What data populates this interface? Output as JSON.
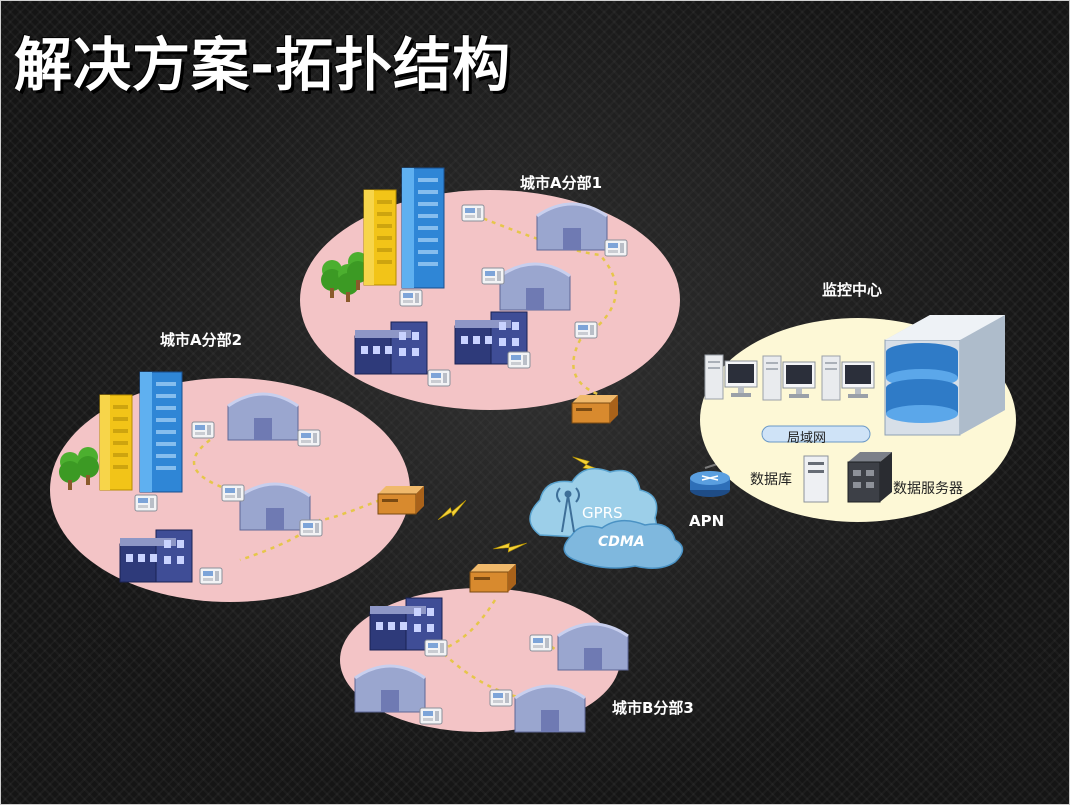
{
  "title": "解决方案-拓扑结构",
  "branches": {
    "a1": "城市A分部1",
    "a2": "城市A分部2",
    "b3": "城市B分部3"
  },
  "center": {
    "title": "监控中心",
    "lan": "局域网",
    "database": "数据库",
    "data_server": "数据服务器"
  },
  "network": {
    "apn": "APN",
    "gprs": "GPRS",
    "cdma": "CDMA"
  }
}
